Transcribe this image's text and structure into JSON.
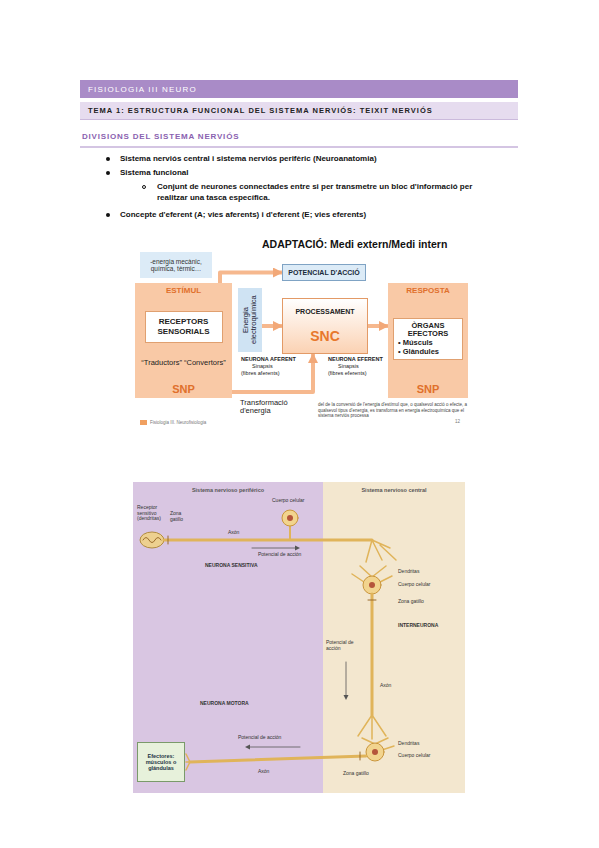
{
  "diagram": {
    "nodes": [
      {
        "text": [
          "FISIOLOGIA III NEURO"
        ]
      },
      {
        "text": [
          "TEMA 1: ESTRUCTURA FUNCIONAL DEL SISTEMA NERVIÓS: TEIXIT NERVIÓS"
        ]
      },
      {
        "text": [
          "-energia mecànic, química, tèrmic…"
        ]
      },
      {
        "text": [
          "POTENCIAL D'ACCIÓ"
        ]
      },
      {
        "text": [
          "ESTÍMUL",
          "“Traductors” “Convertors”",
          "SNP"
        ]
      },
      {
        "text": [
          "RECEPTORS SENSORIALS"
        ],
        "in": 4
      },
      {
        "text": [
          "Energia electroquímica"
        ]
      },
      {
        "text": [
          "PROCESSAMENT",
          "SNC"
        ]
      },
      {
        "text": [
          "RESPOSTA",
          "SNP"
        ]
      },
      {
        "text": [
          "ÒRGANS EFECTORS",
          "• Músculs",
          "• Glàndules"
        ],
        "in": 8
      },
      {
        "text": [
          "Sistema nervioso periférico"
        ]
      },
      {
        "text": [
          "Sistema nervioso central"
        ]
      },
      {
        "text": [
          "Efectores: músculos o glándulas"
        ],
        "in": 10
      }
    ],
    "edges": [
      {
        "from": 4,
        "to": 3,
        "arrow": "to"
      },
      {
        "from": 6,
        "to": 7,
        "arrow": "to"
      },
      {
        "from": 7,
        "to": 8,
        "arrow": "to"
      },
      {
        "from": 4,
        "to": 7,
        "arrow": "to"
      }
    ],
    "labels": [
      "DIVISIONS DEL SISTEMA NERVIÓS",
      "Sistema nerviós central i sistema nerviós perifèric (Neuroanatomia)",
      "Sistema funcional",
      "Conjunt de neurones connectades entre si per transmetre un bloc d'informació per realitzar una tasca específica.",
      "Concepte d'eferent (A; vies aferents) i d'eferent (E; vies eferents)",
      "ADAPTACIÓ: Medi extern/Medi intern",
      "NEURONA AFERENT",
      "Sinapsis",
      "(fibres aferents)",
      "NEURONA EFERENT",
      "Sinapsis",
      "(fibres eferents)",
      "Transformació d'energia",
      "del de la conversió de l'energia d'estímul que, o qualsevol acció o efecte, a qualsevol tipus d'energia, es transforma en energia electroquímica que el sistema nerviós processa",
      "Fisiologia III. Neurofisiologia",
      "12",
      "Receptor sensitivo (dendritas)",
      "Zona gatillo",
      "Axón",
      "Cuerpo celular",
      "Potencial de acción",
      "NEURONA SENSITIVA",
      "Dendritas",
      "Cuerpo celular",
      "Zona gatillo",
      "INTERNEURONA",
      "Potencial de acción",
      "Axón",
      "NEURONA MOTORA",
      "Potencial de acción",
      "Dendritas",
      "Cuerpo celular",
      "Axón",
      "Zona gatillo"
    ]
  }
}
